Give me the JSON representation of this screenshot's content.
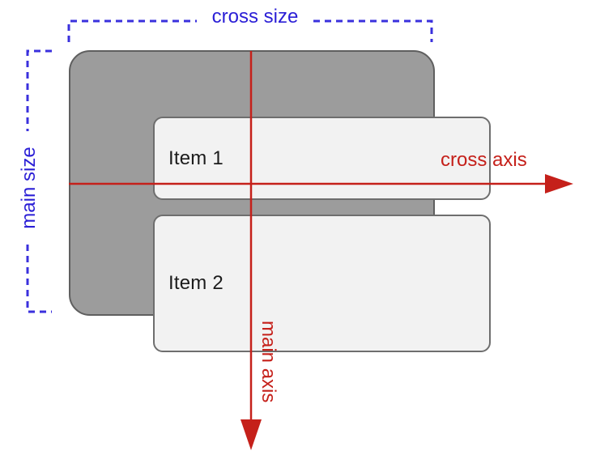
{
  "diagram": {
    "title_hint": "flexbox column main/cross axis diagram",
    "items": [
      {
        "label": "Item 1"
      },
      {
        "label": "Item 2"
      }
    ],
    "labels": {
      "cross_size": "cross size",
      "main_size": "main size",
      "cross_axis": "cross axis",
      "main_axis": "main axis"
    },
    "colors": {
      "axis_red": "#c5201a",
      "size_blue": "#2b1fd6",
      "container_fill": "#9c9c9c",
      "container_stroke": "#5f5f5f",
      "item_fill": "#f2f2f2",
      "item_stroke": "#6e6e6e",
      "item_text": "#1c1c1c",
      "background": "#ffffff"
    }
  }
}
